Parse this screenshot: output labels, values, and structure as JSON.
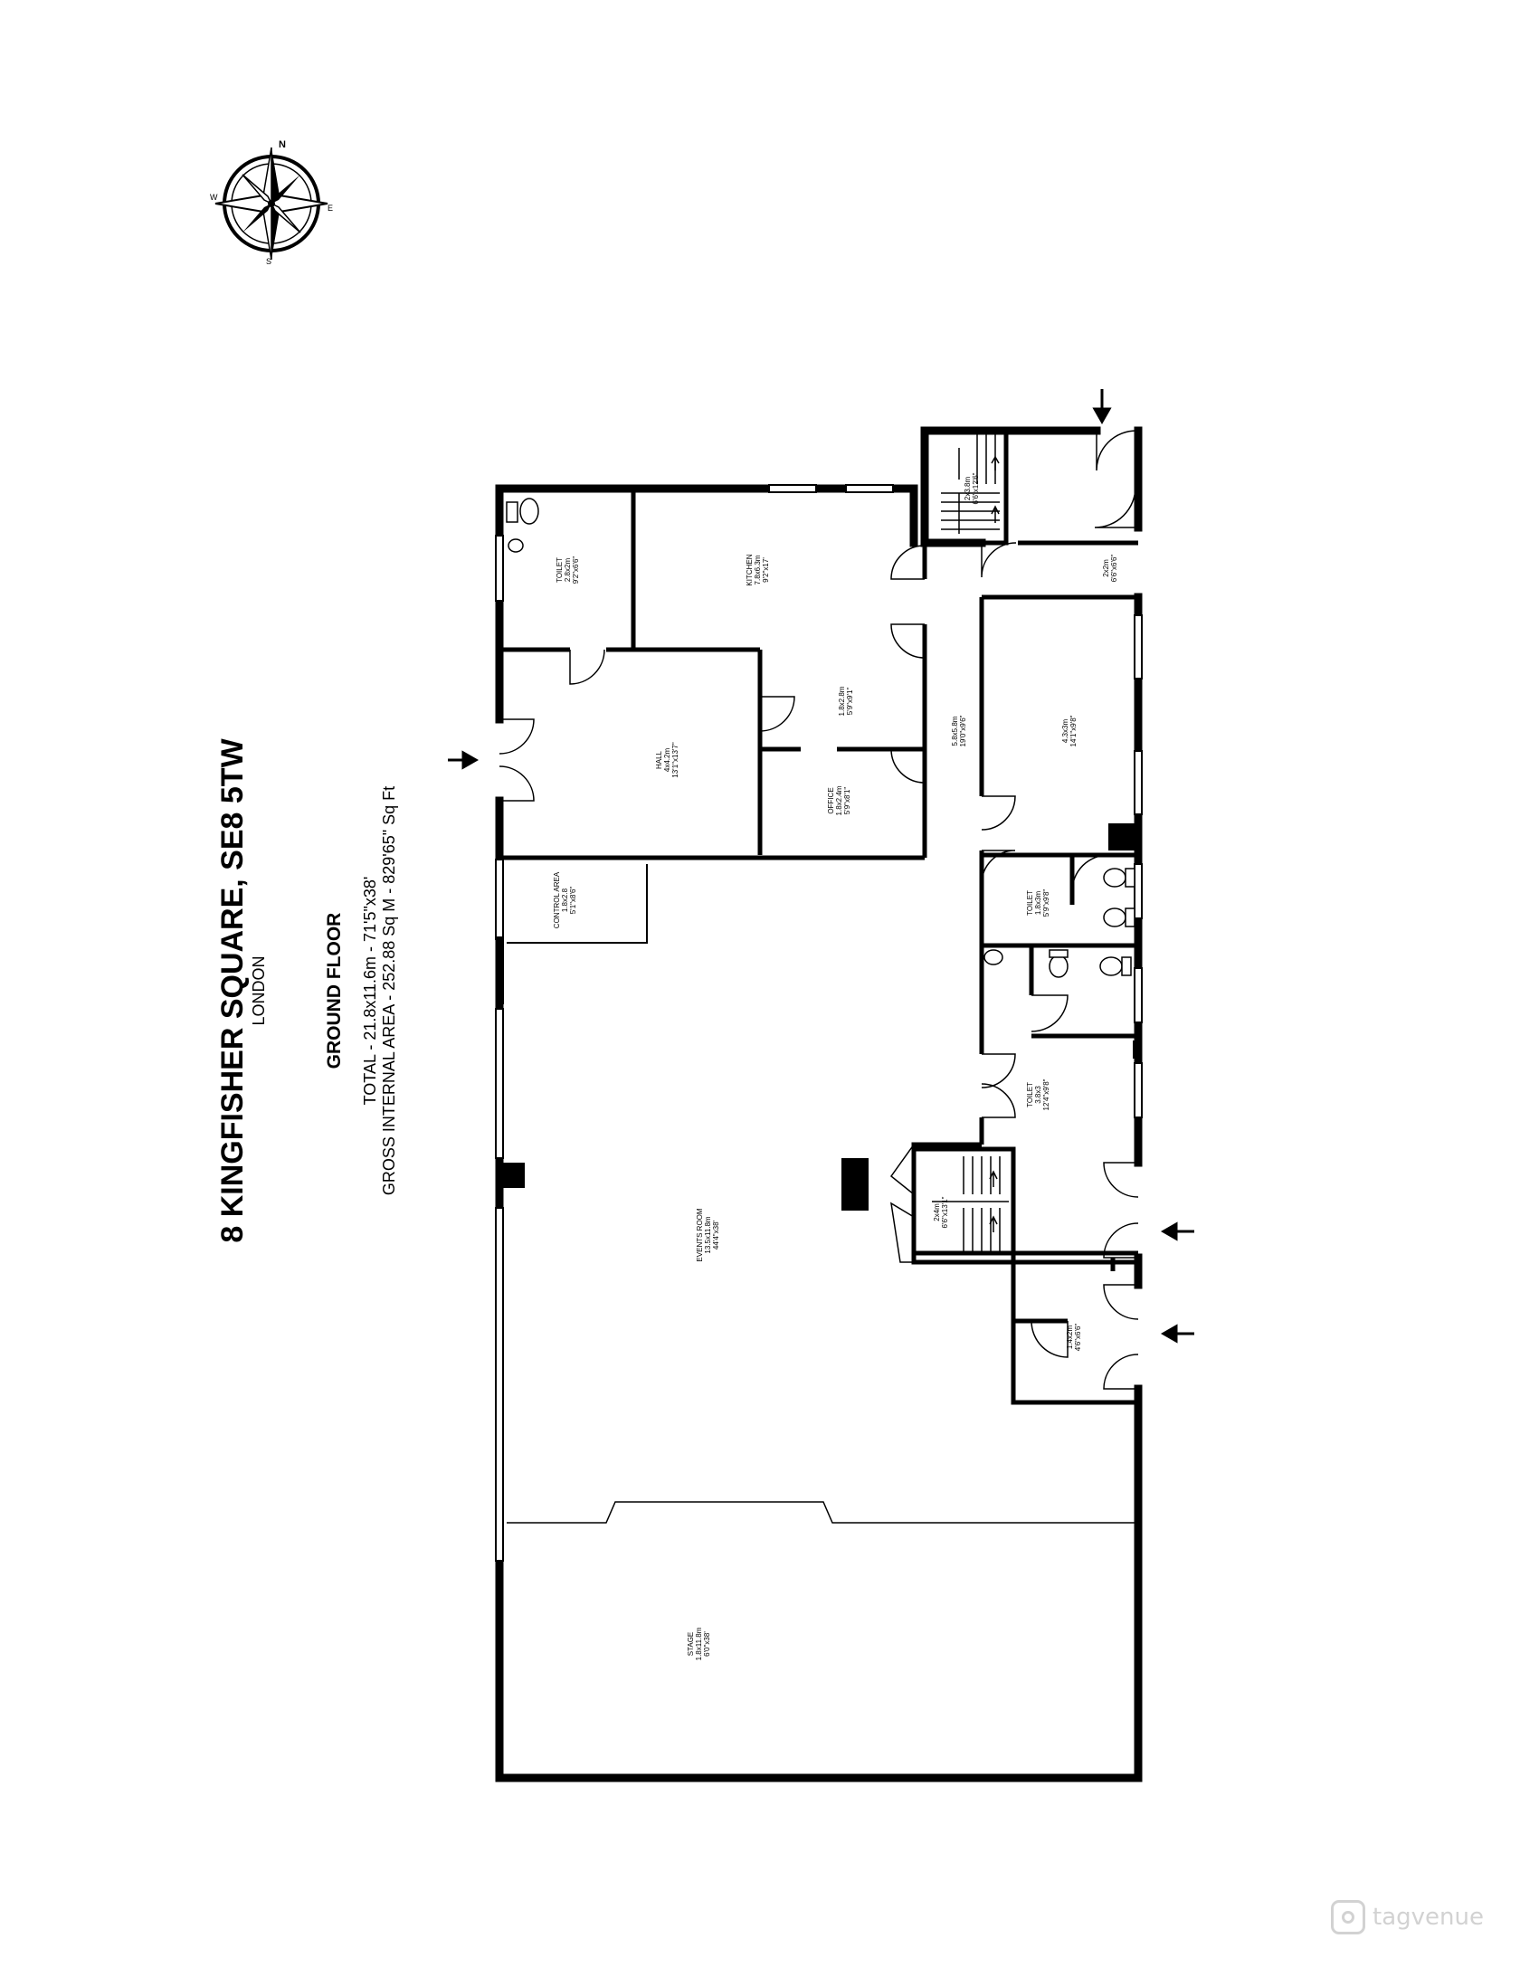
{
  "header": {
    "title": "8 KINGFISHER SQUARE, SE8 5TW",
    "city": "LONDON",
    "floor": "GROUND FLOOR",
    "total": "TOTAL - 21.8x11.6m - 71'5\"x38'",
    "gross_area": "GROSS INTERNAL AREA - 252.88 Sq M - 829'65\" Sq Ft"
  },
  "compass": {
    "n": "N",
    "e": "E",
    "s": "S",
    "w": "W"
  },
  "rooms": {
    "stair_top": {
      "name": "",
      "size": "2x3.8m",
      "imperial": "6'6\"x12'6\""
    },
    "landing": {
      "name": "",
      "size": "2x2m",
      "imperial": "6'6\"x6'6\""
    },
    "toilet_1": {
      "name": "TOILET",
      "size": "2.8x2m",
      "imperial": "9'2\"x6'6\""
    },
    "kitchen": {
      "name": "KITCHEN",
      "size": "7.8x6.3m",
      "imperial": "9'2\"x17'"
    },
    "room_a": {
      "name": "",
      "size": "1.8x2.8m",
      "imperial": "5'9\"x9'1\""
    },
    "corridor": {
      "name": "",
      "size": "5.8x5.8m",
      "imperial": "19'0\"x9'6\""
    },
    "room_b": {
      "name": "",
      "size": "4.3x3m",
      "imperial": "14'1\"x9'8\""
    },
    "hall": {
      "name": "HALL",
      "size": "4x4.2m",
      "imperial": "13'1\"x13'7\""
    },
    "office": {
      "name": "OFFICE",
      "size": "1.8x2.4m",
      "imperial": "5'9\"x8'1\""
    },
    "control": {
      "name": "CONTROL AREA",
      "size": "1.8x2.8",
      "imperial": "5'1\"x8'6\""
    },
    "toilet_2": {
      "name": "TOILET",
      "size": "1.8x3m",
      "imperial": "5'9\"x9'8\""
    },
    "toilet_3": {
      "name": "TOILET",
      "size": "3.8x3",
      "imperial": "12'4\"x9'8\""
    },
    "events": {
      "name": "EVENTS ROOM",
      "size": "13.5x11.8m",
      "imperial": "44'4\"x38'"
    },
    "stair_bottom": {
      "name": "",
      "size": "2x4m",
      "imperial": "6'6\"x13'1\""
    },
    "lobby": {
      "name": "",
      "size": "1.4x2m",
      "imperial": "4'6\"x6'6\""
    },
    "stage": {
      "name": "STAGE",
      "size": "1.8x11.8m",
      "imperial": "6'0\"x38'"
    }
  },
  "watermark": {
    "text": "tagvenue"
  }
}
